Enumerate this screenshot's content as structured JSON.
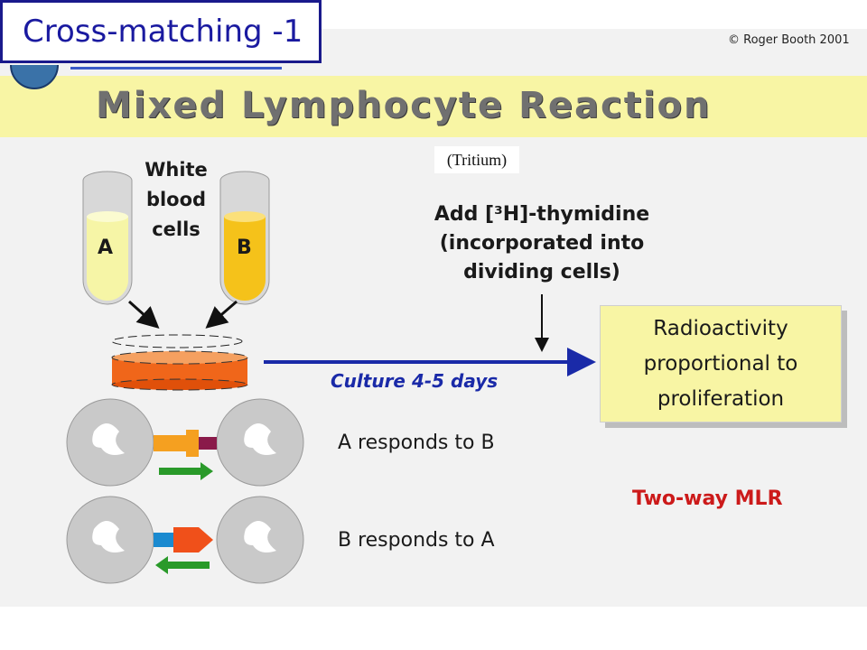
{
  "header": {
    "title": "Cross-matching -1",
    "copyright": "© Roger Booth 2001"
  },
  "banner": {
    "heading": "Mixed Lymphocyte Reaction"
  },
  "diagram": {
    "tritium_note": "(Tritium)",
    "wbc_label": [
      "White",
      "blood",
      "cells"
    ],
    "tube_a": "A",
    "tube_b": "B",
    "add_label": [
      "Add [³H]-thymidine",
      "(incorporated into",
      "dividing cells)"
    ],
    "culture_label": "Culture 4-5 days",
    "result_label": [
      "Radioactivity",
      "proportional to",
      "proliferation"
    ],
    "response_1": "A responds to B",
    "response_2": "B responds to A",
    "two_way": "Two-way MLR"
  },
  "colors": {
    "tube_a": "#f6f5a6",
    "tube_b": "#f5c21a",
    "dish": "#f0661a",
    "arrow": "#1a2aa8",
    "two_way": "#cc1a1a"
  }
}
